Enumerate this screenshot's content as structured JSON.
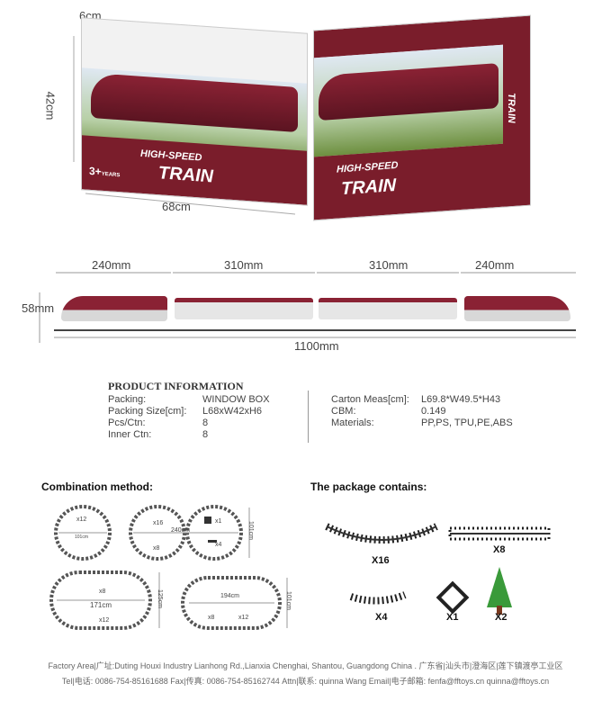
{
  "box_dims": {
    "depth": "6cm",
    "height": "42cm",
    "width": "68cm"
  },
  "box_front": {
    "line1": "HIGH-SPEED",
    "line2": "TRAIN",
    "age": "3+",
    "age_unit": "YEARS"
  },
  "box_side": {
    "line1": "HIGH-SPEED",
    "line2": "TRAIN",
    "vertical": "TRAIN"
  },
  "train_dims": {
    "segments": [
      "240mm",
      "310mm",
      "310mm",
      "240mm"
    ],
    "height": "58mm",
    "total": "1100mm"
  },
  "product_info": {
    "title": "PRODUCT INFORMATION",
    "left": [
      {
        "label": "Packing:",
        "value": "WINDOW BOX"
      },
      {
        "label": "Packing Size[cm]:",
        "value": "L68xW42xH6"
      },
      {
        "label": "Pcs/Ctn:",
        "value": "8"
      },
      {
        "label": "Inner Ctn:",
        "value": "8"
      }
    ],
    "right": [
      {
        "label": "Carton Meas[cm]:",
        "value": "L69.8*W49.5*H43"
      },
      {
        "label": "CBM:",
        "value": "0.149"
      },
      {
        "label": "Materials:",
        "value": "PP,PS, TPU,PE,ABS"
      }
    ]
  },
  "combination": {
    "title": "Combination method:",
    "layout1": {
      "curve": "x12",
      "dim": "101cm"
    },
    "layout2": {
      "curve": "x16",
      "straight": "x8",
      "dim": "240cm",
      "cross": "x1",
      "x4": "x4",
      "height": "101cm"
    },
    "layout3": {
      "straight": "x8",
      "curve": "x12",
      "dim": "171cm",
      "height": "125cm"
    },
    "layout4": {
      "straight": "x8",
      "curve": "x12",
      "dim": "194cm",
      "height": "101cm"
    }
  },
  "package": {
    "title": "The package contains:",
    "items": [
      {
        "label": "X16"
      },
      {
        "label": "X8"
      },
      {
        "label": "X4"
      },
      {
        "label": "X1"
      },
      {
        "label": "X2"
      }
    ]
  },
  "footer": {
    "line1": "Factory Area|广址:Duting Houxi Industry Lianhong Rd.,Lianxia Chenghai, Shantou, Guangdong China . 广东省|汕头市|澄海区|莲下镇渡亭工业区",
    "line2": "Tel|电话: 0086-754-85161688     Fax|传真: 0086-754-85162744     Attn|联系: quinna Wang     Email|电子邮箱: fenfa@fftoys.cn quinna@fftoys.cn"
  },
  "colors": {
    "brand": "#7a1d2b",
    "accent": "#ffffff"
  }
}
